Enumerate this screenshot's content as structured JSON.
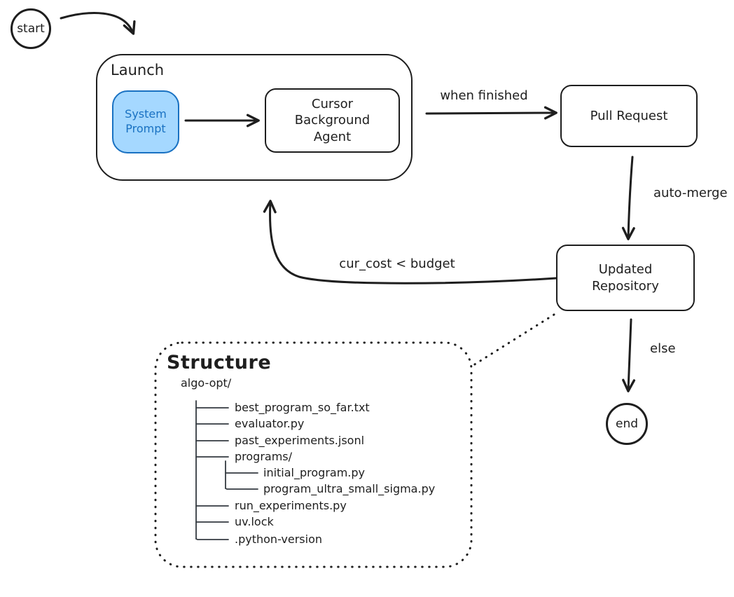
{
  "nodes": {
    "start": {
      "label": "start"
    },
    "launch": {
      "label": "Launch"
    },
    "system_prompt": {
      "label": "System Prompt"
    },
    "cursor_agent": {
      "label": "Cursor Background Agent"
    },
    "pull_request": {
      "label": "Pull Request"
    },
    "updated_repository": {
      "label": "Updated Repository"
    },
    "end": {
      "label": "end"
    }
  },
  "edges": {
    "when_finished": {
      "label": "when finished"
    },
    "auto_merge": {
      "label": "auto-merge"
    },
    "loop_condition": {
      "label": "cur_cost < budget"
    },
    "else_branch": {
      "label": "else"
    }
  },
  "structure": {
    "title": "Structure",
    "root": "algo-opt/",
    "items": [
      {
        "label": "best_program_so_far.txt",
        "level": 1
      },
      {
        "label": "evaluator.py",
        "level": 1
      },
      {
        "label": "past_experiments.jsonl",
        "level": 1
      },
      {
        "label": "programs/",
        "level": 1
      },
      {
        "label": "initial_program.py",
        "level": 2
      },
      {
        "label": "program_ultra_small_sigma.py",
        "level": 2
      },
      {
        "label": "run_experiments.py",
        "level": 1
      },
      {
        "label": "uv.lock",
        "level": 1
      },
      {
        "label": ".python-version",
        "level": 1
      }
    ]
  },
  "colors": {
    "ink": "#1e1e1e",
    "blue_fill": "#a5d8ff",
    "blue_stroke": "#1971c2",
    "tree_line": "#343a40"
  }
}
